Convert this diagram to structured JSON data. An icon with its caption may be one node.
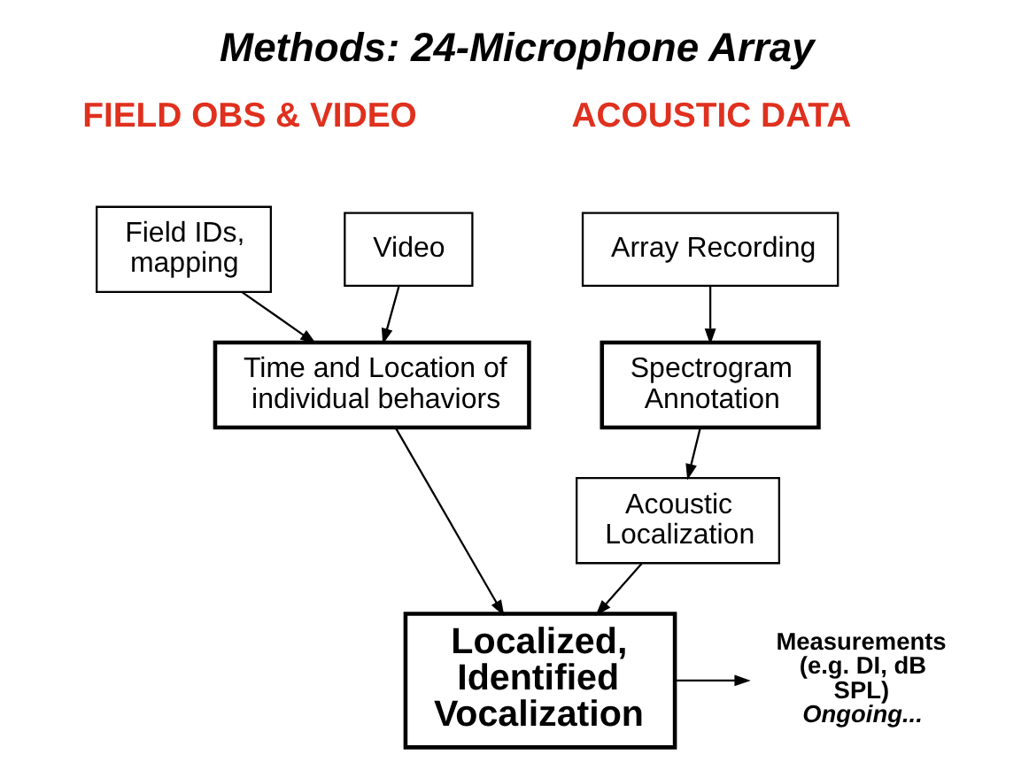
{
  "diagram": {
    "title": "Methods: 24-Microphone Array",
    "nodes": [
      {
        "text": [
          "Array Recording"
        ]
      },
      {
        "text": [
          "Spectrogram Annotation"
        ]
      },
      {
        "text": [
          "Acoustic Localization"
        ]
      },
      {
        "text": [
          "Field IDs, mapping"
        ]
      },
      {
        "text": [
          "Video"
        ]
      },
      {
        "text": [
          "Time and Location of individual behaviors"
        ]
      },
      {
        "text": [
          "Localized, Identified Vocalization"
        ]
      },
      {
        "text": [
          "Measurements (e.g. DI, dB SPL)",
          "Ongoing..."
        ]
      }
    ],
    "edges": [
      {
        "from": 0,
        "to": 1,
        "arrow": "to"
      },
      {
        "from": 1,
        "to": 2,
        "arrow": "to"
      },
      {
        "from": 3,
        "to": 5,
        "arrow": "to"
      },
      {
        "from": 4,
        "to": 5,
        "arrow": "to"
      },
      {
        "from": 2,
        "to": 6,
        "arrow": "to"
      },
      {
        "from": 5,
        "to": 6,
        "arrow": "to"
      },
      {
        "from": 6,
        "to": 7,
        "arrow": "to"
      }
    ],
    "labels": [
      "ACOUSTIC DATA",
      "FIELD OBS & VIDEO"
    ]
  }
}
